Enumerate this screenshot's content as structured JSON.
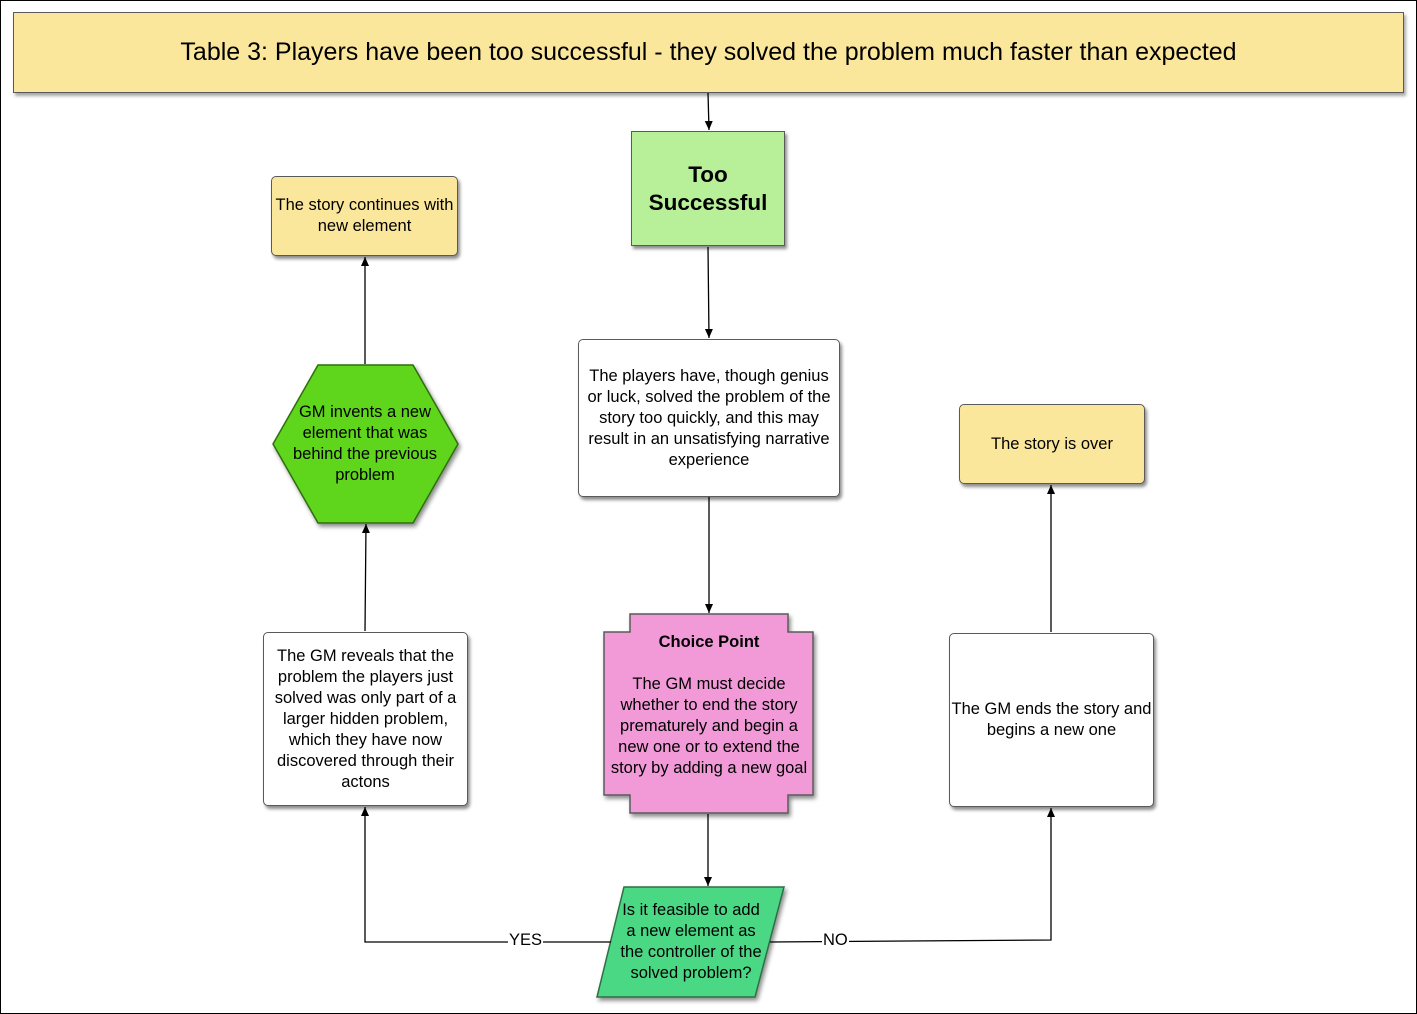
{
  "title": "Table 3: Players have been too successful - they solved the problem much faster than expected",
  "nodes": {
    "too_successful": "Too Successful",
    "players_have": "The players have, though genius or luck, solved the problem of the story too quickly, and this may result in an unsatisfying narrative experience",
    "choice_point_title": "Choice  Point",
    "choice_point_body": "The GM must decide whether to end the story prematurely and begin a new one or to extend the story by adding a new goal",
    "feasible_question": "Is it feasible to add a  new element as the controller of the solved problem?",
    "gm_reveals": "The GM reveals that the problem the players just solved was only part of a larger hidden problem, which they have now discovered through their actons",
    "gm_invents": "GM invents a new element that was behind the previous problem",
    "story_continues": "The story continues with new element",
    "gm_ends": "The GM ends the story and begins a new one",
    "story_over": "The story is over"
  },
  "edge_labels": {
    "yes": "YES",
    "no": "NO"
  },
  "colors": {
    "yellow_fill": "#fbe79b",
    "light_green_fill": "#b7f099",
    "green_hexagon": "#5fd61a",
    "pink_choice": "#f29ad8",
    "teal_parallelogram": "#4cd884",
    "border": "#5a5a5a"
  }
}
